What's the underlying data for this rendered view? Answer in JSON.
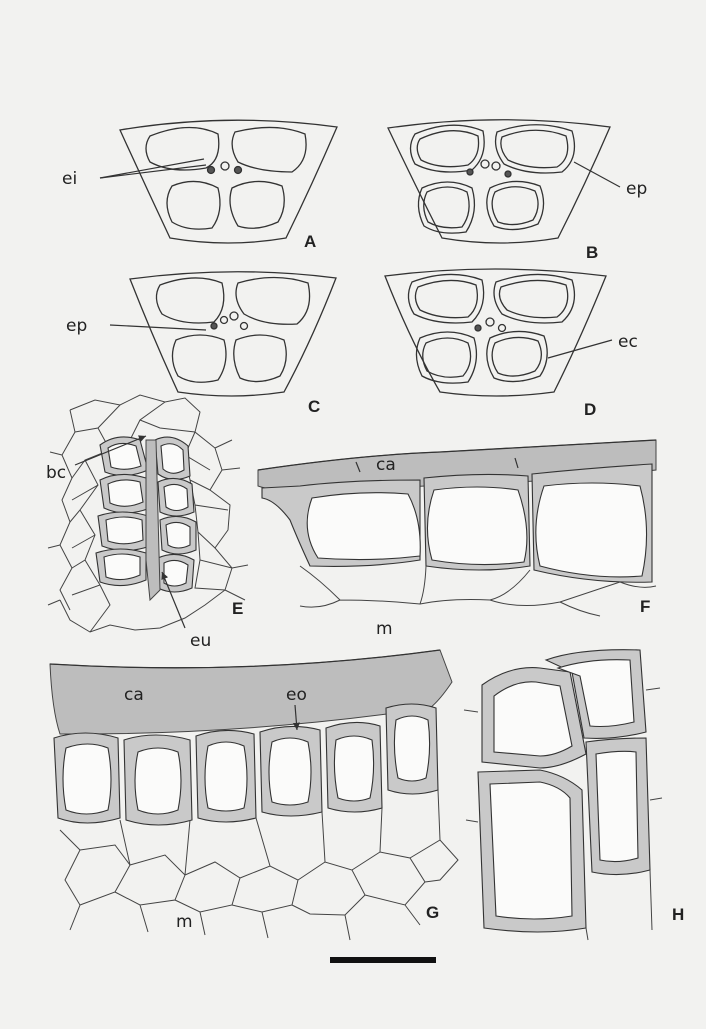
{
  "figure": {
    "panels": [
      "A",
      "B",
      "C",
      "D",
      "E",
      "F",
      "G",
      "H"
    ],
    "labels": {
      "ei": "ei",
      "ep_b": "ep",
      "ep_c": "ep",
      "ec": "ec",
      "bc": "bc",
      "eu": "eu",
      "ca_f": "ca",
      "m_f": "m",
      "ca_g": "ca",
      "eo": "eo",
      "m_g": "m"
    },
    "scale_bar": "scale bar (no printed value)"
  }
}
